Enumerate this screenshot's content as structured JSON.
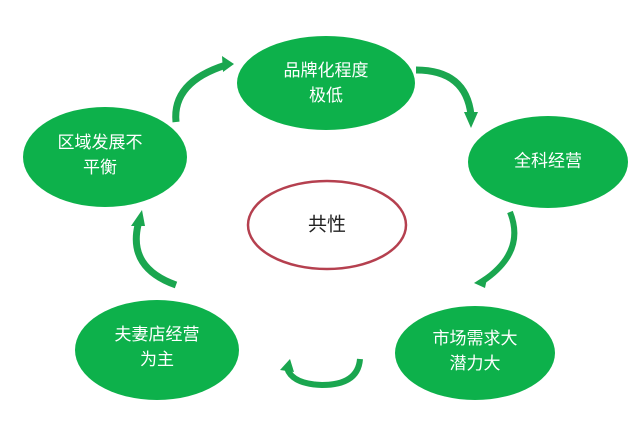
{
  "colors": {
    "node_fill": "#0db14b",
    "node_text": "#ffffff",
    "arrow": "#1aa64f",
    "center_stroke": "#b5404f",
    "center_text": "#222222",
    "background": "#ffffff"
  },
  "center": {
    "label": "共性"
  },
  "nodes": [
    {
      "id": "top",
      "lines": [
        "品牌化程度",
        "极低"
      ]
    },
    {
      "id": "right",
      "lines": [
        "全科经营"
      ]
    },
    {
      "id": "bottom-right",
      "lines": [
        "市场需求大",
        "潜力大"
      ]
    },
    {
      "id": "bottom-left",
      "lines": [
        "夫妻店经营",
        "为主"
      ]
    },
    {
      "id": "left",
      "lines": [
        "区域发展不",
        "平衡"
      ]
    }
  ],
  "flow": {
    "type": "cycle",
    "direction": "clockwise",
    "order": [
      "left",
      "top",
      "right",
      "bottom-right",
      "bottom-left",
      "left"
    ]
  }
}
